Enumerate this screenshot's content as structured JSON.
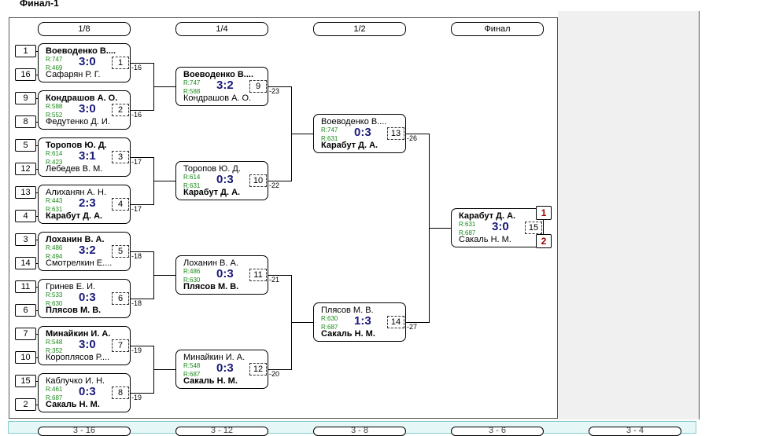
{
  "title": "Финал-1",
  "rounds": [
    "1/8",
    "1/4",
    "1/2",
    "Финал"
  ],
  "bottom_tabs": [
    "3 - 16",
    "3 - 12",
    "3 - 8",
    "3 - 6",
    "3 - 4"
  ],
  "seeds": [
    "1",
    "16",
    "9",
    "8",
    "5",
    "12",
    "13",
    "4",
    "3",
    "14",
    "11",
    "6",
    "7",
    "10",
    "15",
    "2"
  ],
  "matches": [
    {
      "num": "1",
      "p1": "Воеводенко В....",
      "p2": "Сафарян Р. Г.",
      "r1": "R:747",
      "r2": "R:469",
      "score": "3:0",
      "winner": 1,
      "loser": "-16"
    },
    {
      "num": "2",
      "p1": "Кондрашов А. О.",
      "p2": "Федутенко Д. И.",
      "r1": "R:588",
      "r2": "R:552",
      "score": "3:0",
      "winner": 1,
      "loser": "-16"
    },
    {
      "num": "3",
      "p1": "Торопов Ю. Д.",
      "p2": "Лебедев В. М.",
      "r1": "R:614",
      "r2": "R:423",
      "score": "3:1",
      "winner": 1,
      "loser": "-17"
    },
    {
      "num": "4",
      "p1": "Алиханян А. Н.",
      "p2": "Карабут Д. А.",
      "r1": "R:443",
      "r2": "R:631",
      "score": "2:3",
      "winner": 2,
      "loser": "-17"
    },
    {
      "num": "5",
      "p1": "Лоханин В. А.",
      "p2": "Смотрелкин Е....",
      "r1": "R:486",
      "r2": "R:494",
      "score": "3:2",
      "winner": 1,
      "loser": "-18"
    },
    {
      "num": "6",
      "p1": "Гринев Е. И.",
      "p2": "Плясов М. В.",
      "r1": "R:533",
      "r2": "R:630",
      "score": "0:3",
      "winner": 2,
      "loser": "-18"
    },
    {
      "num": "7",
      "p1": "Минайкин И. А.",
      "p2": "Короплясов Р....",
      "r1": "R:548",
      "r2": "R:352",
      "score": "3:0",
      "winner": 1,
      "loser": "-19"
    },
    {
      "num": "8",
      "p1": "Каблучко И. Н.",
      "p2": "Сакаль Н. М.",
      "r1": "R:461",
      "r2": "R:687",
      "score": "0:3",
      "winner": 2,
      "loser": "-19"
    },
    {
      "num": "9",
      "p1": "Воеводенко В....",
      "p2": "Кондрашов А. О.",
      "r1": "R:747",
      "r2": "R:588",
      "score": "3:2",
      "winner": 1,
      "loser": "-23"
    },
    {
      "num": "10",
      "p1": "Торопов Ю. Д.",
      "p2": "Карабут Д. А.",
      "r1": "R:614",
      "r2": "R:631",
      "score": "0:3",
      "winner": 2,
      "loser": "-22"
    },
    {
      "num": "11",
      "p1": "Лоханин В. А.",
      "p2": "Плясов М. В.",
      "r1": "R:486",
      "r2": "R:630",
      "score": "0:3",
      "winner": 2,
      "loser": "-21"
    },
    {
      "num": "12",
      "p1": "Минайкин И. А.",
      "p2": "Сакаль Н. М.",
      "r1": "R:548",
      "r2": "R:687",
      "score": "0:3",
      "winner": 2,
      "loser": "-20"
    },
    {
      "num": "13",
      "p1": "Воеводенко В....",
      "p2": "Карабут Д. А.",
      "r1": "R:747",
      "r2": "R:631",
      "score": "0:3",
      "winner": 2,
      "loser": "-26"
    },
    {
      "num": "14",
      "p1": "Плясов М. В.",
      "p2": "Сакаль Н. М.",
      "r1": "R:630",
      "r2": "R:687",
      "score": "1:3",
      "winner": 2,
      "loser": "-27"
    },
    {
      "num": "15",
      "p1": "Карабут Д. А.",
      "p2": "Сакаль Н. М.",
      "r1": "R:631",
      "r2": "R:687",
      "score": "3:0",
      "winner": 1,
      "loser": ""
    }
  ],
  "places": [
    "1",
    "2"
  ],
  "colors": {
    "score": "#1a1a7a",
    "rating": "#1a8a1a",
    "place": "#a00000",
    "panel": "#f0f0f0"
  }
}
